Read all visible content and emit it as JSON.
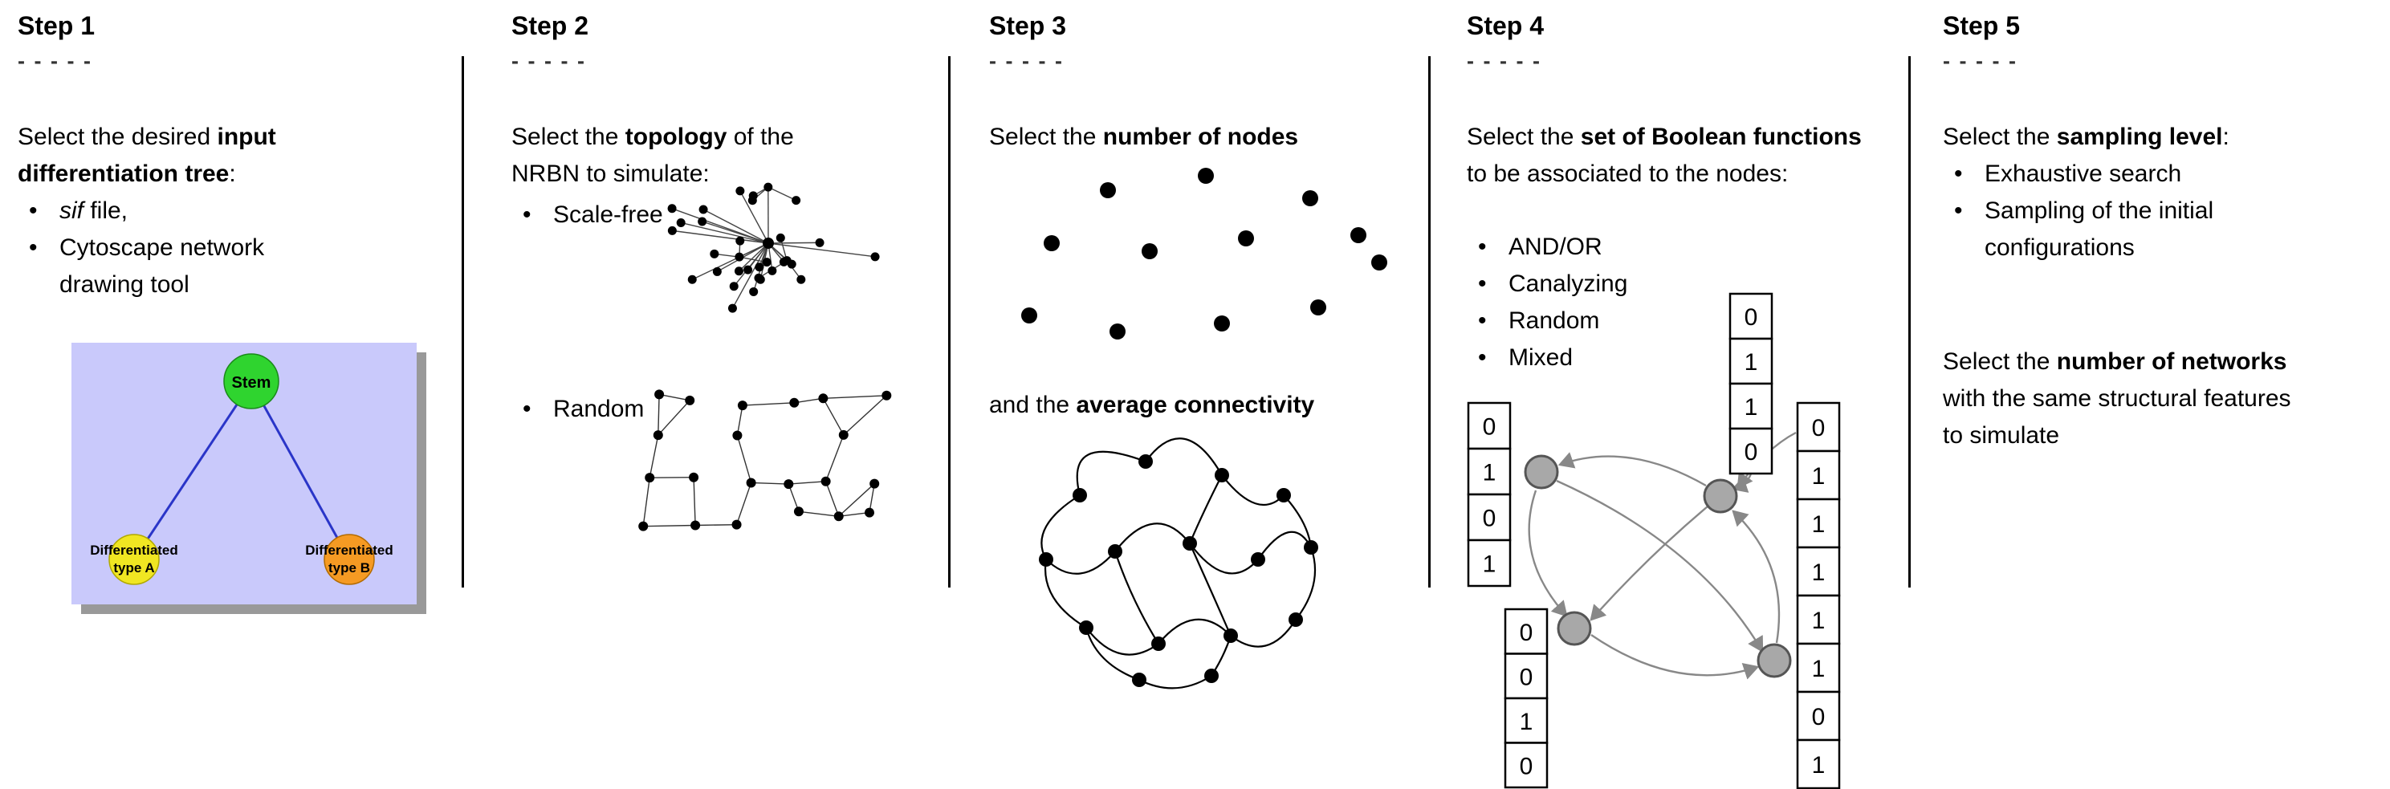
{
  "figure": {
    "background": "#ffffff",
    "text_color": "#000000",
    "divider_color": "#000000"
  },
  "steps": [
    {
      "title": "Step 1",
      "dashes": "- - - - -",
      "intro": [
        {
          "t": "Select the desired "
        },
        {
          "t": "input differentiation tree",
          "b": true
        },
        {
          "t": ":"
        }
      ],
      "bullets": [
        [
          {
            "t": "sif",
            "i": true
          },
          {
            "t": " file,"
          }
        ],
        [
          {
            "t": "Cytoscape network drawing tool"
          }
        ]
      ],
      "tree": {
        "stem_label": "Stem",
        "type_a_label_line1": "Differentiated",
        "type_a_label_line2": "type A",
        "type_b_label_line1": "Differentiated",
        "type_b_label_line2": "type B",
        "colors": {
          "background": "#c9c9fb",
          "shadow": "#999999",
          "stem": "#2fd42f",
          "type_a": "#f0e622",
          "type_b": "#f59a23",
          "edge": "#2a35c8"
        }
      }
    },
    {
      "title": "Step 2",
      "dashes": "- - - - -",
      "intro": [
        {
          "t": "Select the "
        },
        {
          "t": "topology",
          "b": true
        },
        {
          "t": " of the NRBN to simulate:"
        }
      ],
      "bullets": [
        [
          {
            "t": "Scale-free"
          }
        ],
        [
          {
            "t": "Random"
          }
        ]
      ]
    },
    {
      "title": "Step 3",
      "dashes": "- - - - -",
      "intro": [
        {
          "t": "Select the "
        },
        {
          "t": "number of nodes",
          "b": true
        }
      ],
      "connectivity": [
        {
          "t": "and the "
        },
        {
          "t": "average connectivity",
          "b": true
        }
      ]
    },
    {
      "title": "Step 4",
      "dashes": "- - - - -",
      "intro": [
        {
          "t": "Select the "
        },
        {
          "t": "set of Boolean functions",
          "b": true
        },
        {
          "t": " to be associated to the nodes:"
        }
      ],
      "bullets": [
        [
          {
            "t": "AND/OR"
          }
        ],
        [
          {
            "t": "Canalyzing"
          }
        ],
        [
          {
            "t": "Random"
          }
        ],
        [
          {
            "t": "Mixed"
          }
        ]
      ],
      "truth_tables": {
        "left": [
          "0",
          "1",
          "0",
          "1"
        ],
        "top": [
          "0",
          "1",
          "1",
          "0"
        ],
        "bottom_left": [
          "0",
          "0",
          "1",
          "0"
        ],
        "right": [
          "0",
          "1",
          "1",
          "1",
          "1",
          "1",
          "0",
          "1"
        ]
      },
      "network_colors": {
        "node_fill": "#a8a8a8",
        "node_stroke": "#555555",
        "arrow": "#888888"
      }
    },
    {
      "title": "Step 5",
      "dashes": "- - - - -",
      "intro": [
        {
          "t": "Select the "
        },
        {
          "t": "sampling level",
          "b": true
        },
        {
          "t": ":"
        }
      ],
      "bullets": [
        [
          {
            "t": "Exhaustive search"
          }
        ],
        [
          {
            "t": "Sampling of the initial configurations"
          }
        ]
      ],
      "networks_note": [
        {
          "t": "Select the "
        },
        {
          "t": "number of networks",
          "b": true
        },
        {
          "t": " with the same structural features to simulate"
        }
      ]
    }
  ]
}
